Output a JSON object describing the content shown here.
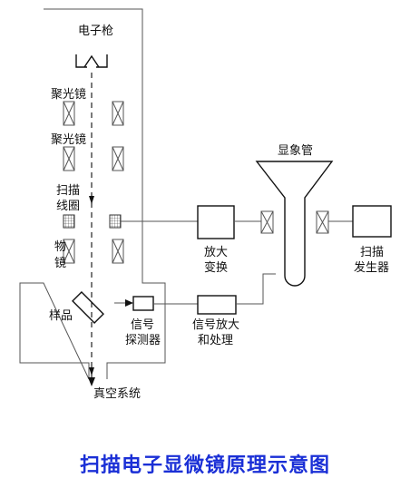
{
  "labels": {
    "electron_gun": "电子枪",
    "condenser_1": "聚光镜",
    "condenser_2": "聚光镜",
    "scan_coil_1": "扫描",
    "scan_coil_2": "线圈",
    "objective_1": "物",
    "objective_2": "镜",
    "sample": "样品",
    "detector_1": "信号",
    "detector_2": "探测器",
    "signal_amp_1": "信号放大",
    "signal_amp_2": "和处理",
    "amp_convert_1": "放大",
    "amp_convert_2": "变换",
    "crt": "显象管",
    "scan_gen_1": "扫描",
    "scan_gen_2": "发生器",
    "vacuum": "真空系统"
  },
  "caption": "扫描电子显微镜原理示意图",
  "colors": {
    "caption": "#1a2fd6",
    "line": "#555555",
    "ink": "#111111"
  }
}
